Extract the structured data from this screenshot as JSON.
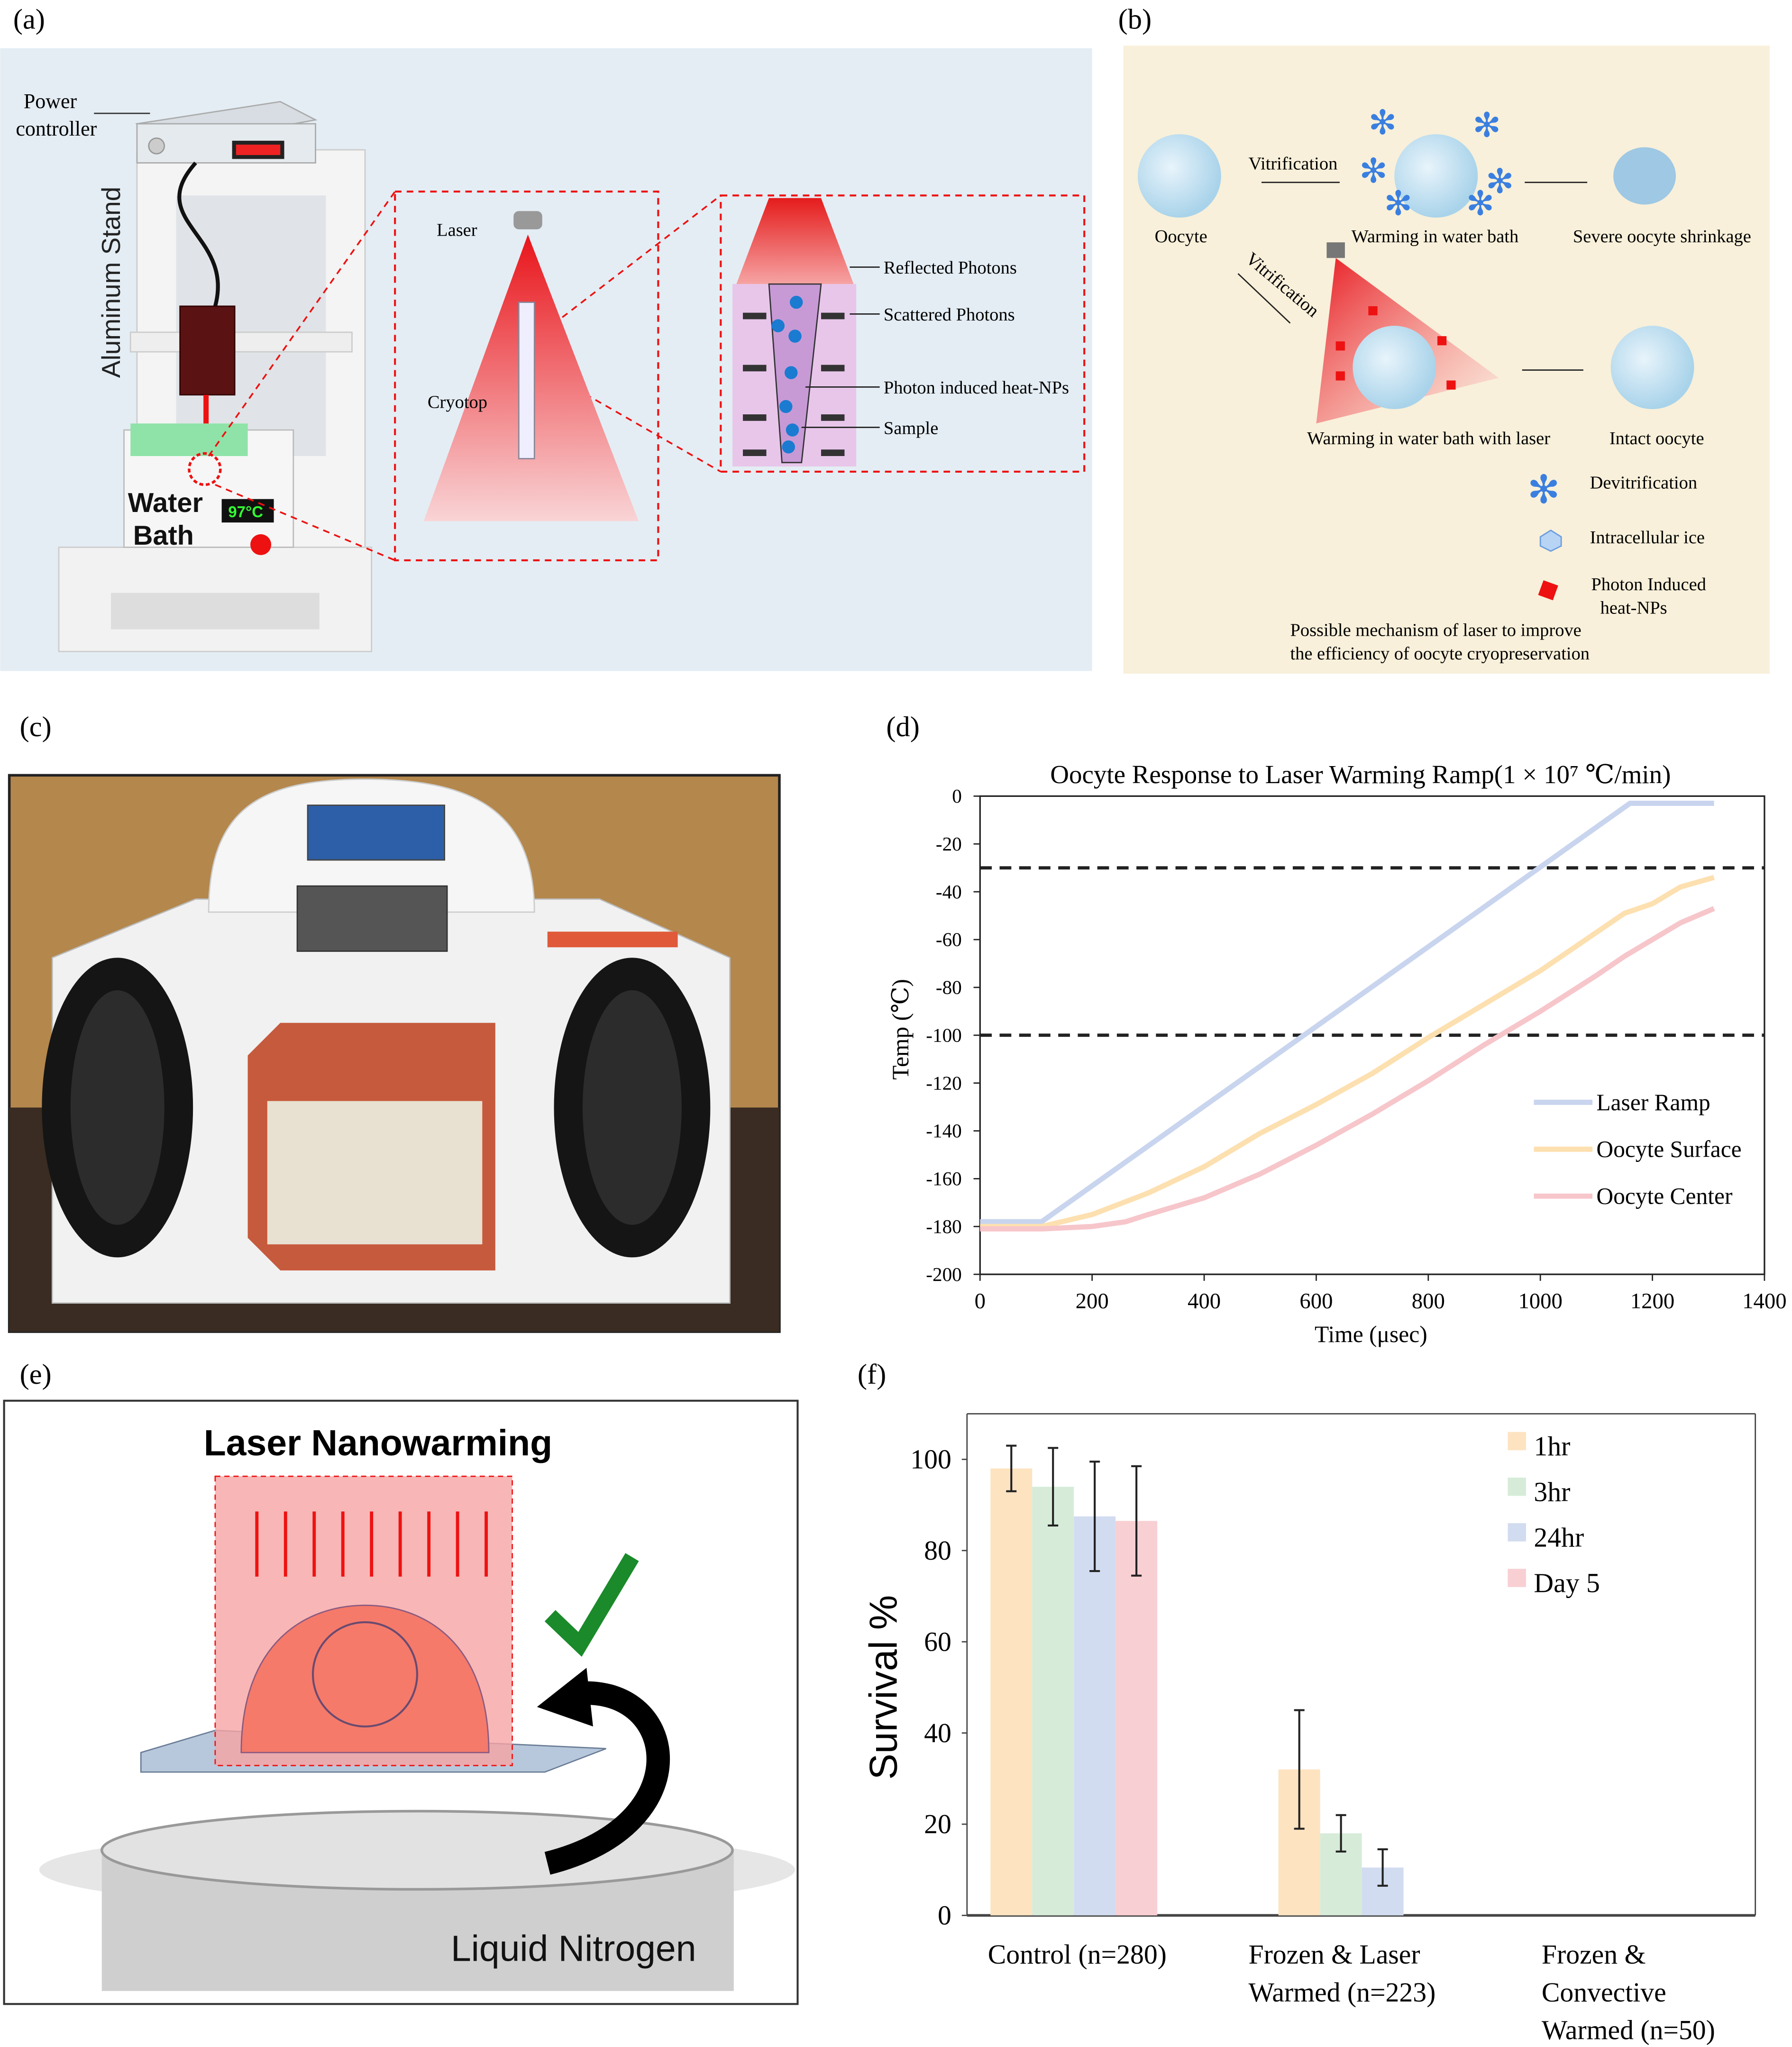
{
  "panels": {
    "a": {
      "label": "(a)",
      "power_controller_1": "Power",
      "power_controller_2": "controller",
      "aluminum_stand": "Aluminum Stand",
      "water_bath_1": "Water",
      "water_bath_2": "Bath",
      "bath_display": "97°C",
      "laser": "Laser",
      "cryotop": "Cryotop",
      "reflected_photons": "Reflected Photons",
      "scattered_photons": "Scattered Photons",
      "heat_nps": "Photon induced heat-NPs",
      "sample": "Sample"
    },
    "b": {
      "label": "(b)",
      "vitrification_top": "Vitrification",
      "oocyte": "Oocyte",
      "warming_water_bath": "Warming in water bath",
      "severe_shrinkage": "Severe oocyte shrinkage",
      "vitrification_diag": "Vitrification",
      "warming_with_laser": "Warming in water bath with laser",
      "intact_oocyte": "Intact oocyte",
      "legend_devitrification": "Devitrification",
      "legend_intracellular_ice": "Intracellular ice",
      "legend_heat_nps_1": "Photon Induced",
      "legend_heat_nps_2": "heat-NPs",
      "caption_1": "Possible mechanism of laser to improve",
      "caption_2": "the efficiency of oocyte cryopreservation"
    },
    "c": {
      "label": "(c)"
    },
    "d": {
      "label": "(d)"
    },
    "e": {
      "label": "(e)",
      "title": "Laser Nanowarming",
      "liquid_nitrogen": "Liquid Nitrogen"
    },
    "f": {
      "label": "(f)"
    }
  },
  "chart_data": [
    {
      "type": "line",
      "title": "Oocyte Response to Laser Warming Ramp(1 × 10⁷ ℃/min)",
      "xlabel": "Time (μsec)",
      "ylabel": "Temp (℃)",
      "xlim": [
        0,
        1400
      ],
      "ylim": [
        -200,
        0
      ],
      "xticks": [
        "0",
        "200",
        "400",
        "600",
        "800",
        "1000",
        "1200",
        "1400"
      ],
      "yticks": [
        "0",
        "-20",
        "-40",
        "-60",
        "-80",
        "-100",
        "-120",
        "-140",
        "-160",
        "-180",
        "-200"
      ],
      "reference_lines": [
        -30,
        -100
      ],
      "legend_position": "bottom-right",
      "series": [
        {
          "name": "Laser Ramp",
          "color": "#c9d5ee",
          "x": [
            0,
            110,
            1160,
            1310
          ],
          "y": [
            -178,
            -178,
            -3,
            -3
          ]
        },
        {
          "name": "Oocyte Surface",
          "color": "#fde0b0",
          "x": [
            0,
            110,
            200,
            300,
            400,
            500,
            600,
            700,
            800,
            900,
            1000,
            1100,
            1150,
            1200,
            1250,
            1310
          ],
          "y": [
            -180,
            -180,
            -175,
            -166,
            -155,
            -141,
            -129,
            -116,
            -101,
            -87,
            -73,
            -57,
            -49,
            -45,
            -38,
            -34
          ]
        },
        {
          "name": "Oocyte Center",
          "color": "#f6c6cb",
          "x": [
            0,
            110,
            200,
            260,
            300,
            400,
            500,
            600,
            700,
            800,
            900,
            1000,
            1100,
            1150,
            1200,
            1250,
            1310
          ],
          "y": [
            -181,
            -181,
            -180,
            -178,
            -175,
            -168,
            -158,
            -146,
            -133,
            -119,
            -104,
            -90,
            -75,
            -67,
            -60,
            -53,
            -47
          ]
        }
      ]
    },
    {
      "type": "bar",
      "title": "",
      "xlabel": "",
      "ylabel": "Survival %",
      "ylim": [
        0,
        110
      ],
      "yticks": [
        "0",
        "20",
        "40",
        "60",
        "80",
        "100"
      ],
      "legend_position": "top-right",
      "categories": [
        [
          "Control (n=280)"
        ],
        [
          "Frozen & Laser",
          "Warmed (n=223)"
        ],
        [
          "Frozen &",
          "Convective",
          "Warmed (n=50)"
        ]
      ],
      "series": [
        {
          "name": "1hr",
          "color": "#fde3c0",
          "values": [
            98,
            32,
            0
          ],
          "errors": [
            5,
            13,
            null
          ]
        },
        {
          "name": "3hr",
          "color": "#d6ecd9",
          "values": [
            94,
            18,
            0
          ],
          "errors": [
            8.5,
            4,
            null
          ]
        },
        {
          "name": "24hr",
          "color": "#d2dcf0",
          "values": [
            87.5,
            10.5,
            0
          ],
          "errors": [
            12,
            4,
            null
          ]
        },
        {
          "name": "Day 5",
          "color": "#f8cfd3",
          "values": [
            86.5,
            null,
            0
          ],
          "errors": [
            12,
            null,
            null
          ]
        }
      ]
    }
  ]
}
